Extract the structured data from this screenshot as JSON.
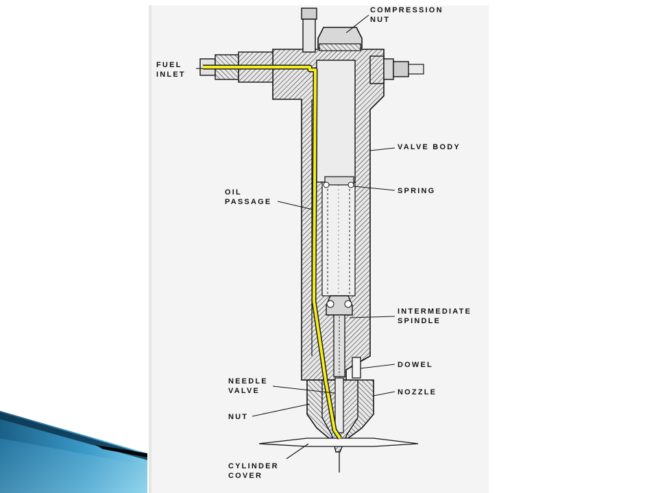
{
  "diagram": {
    "labels": {
      "compression_nut": [
        "COMPRESSION",
        "NUT"
      ],
      "fuel_inlet": [
        "FUEL",
        "INLET"
      ],
      "valve_body": [
        "VALVE BODY"
      ],
      "spring": [
        "SPRING"
      ],
      "oil_passage": [
        "OIL",
        "PASSAGE"
      ],
      "intermediate_spindle": [
        "INTERMEDIATE",
        "SPINDLE"
      ],
      "dowel": [
        "DOWEL"
      ],
      "needle_valve": [
        "NEEDLE",
        "VALVE"
      ],
      "nozzle": [
        "NOZZLE"
      ],
      "nut": [
        "NUT"
      ],
      "cylinder_cover": [
        "CYLINDER",
        "COVER"
      ]
    },
    "colors": {
      "fuel_path": "#f5ee1c",
      "section_hatch": "#333333",
      "corner_blue_dark": "#1a5f86",
      "corner_blue_light": "#4fb3dc"
    }
  }
}
